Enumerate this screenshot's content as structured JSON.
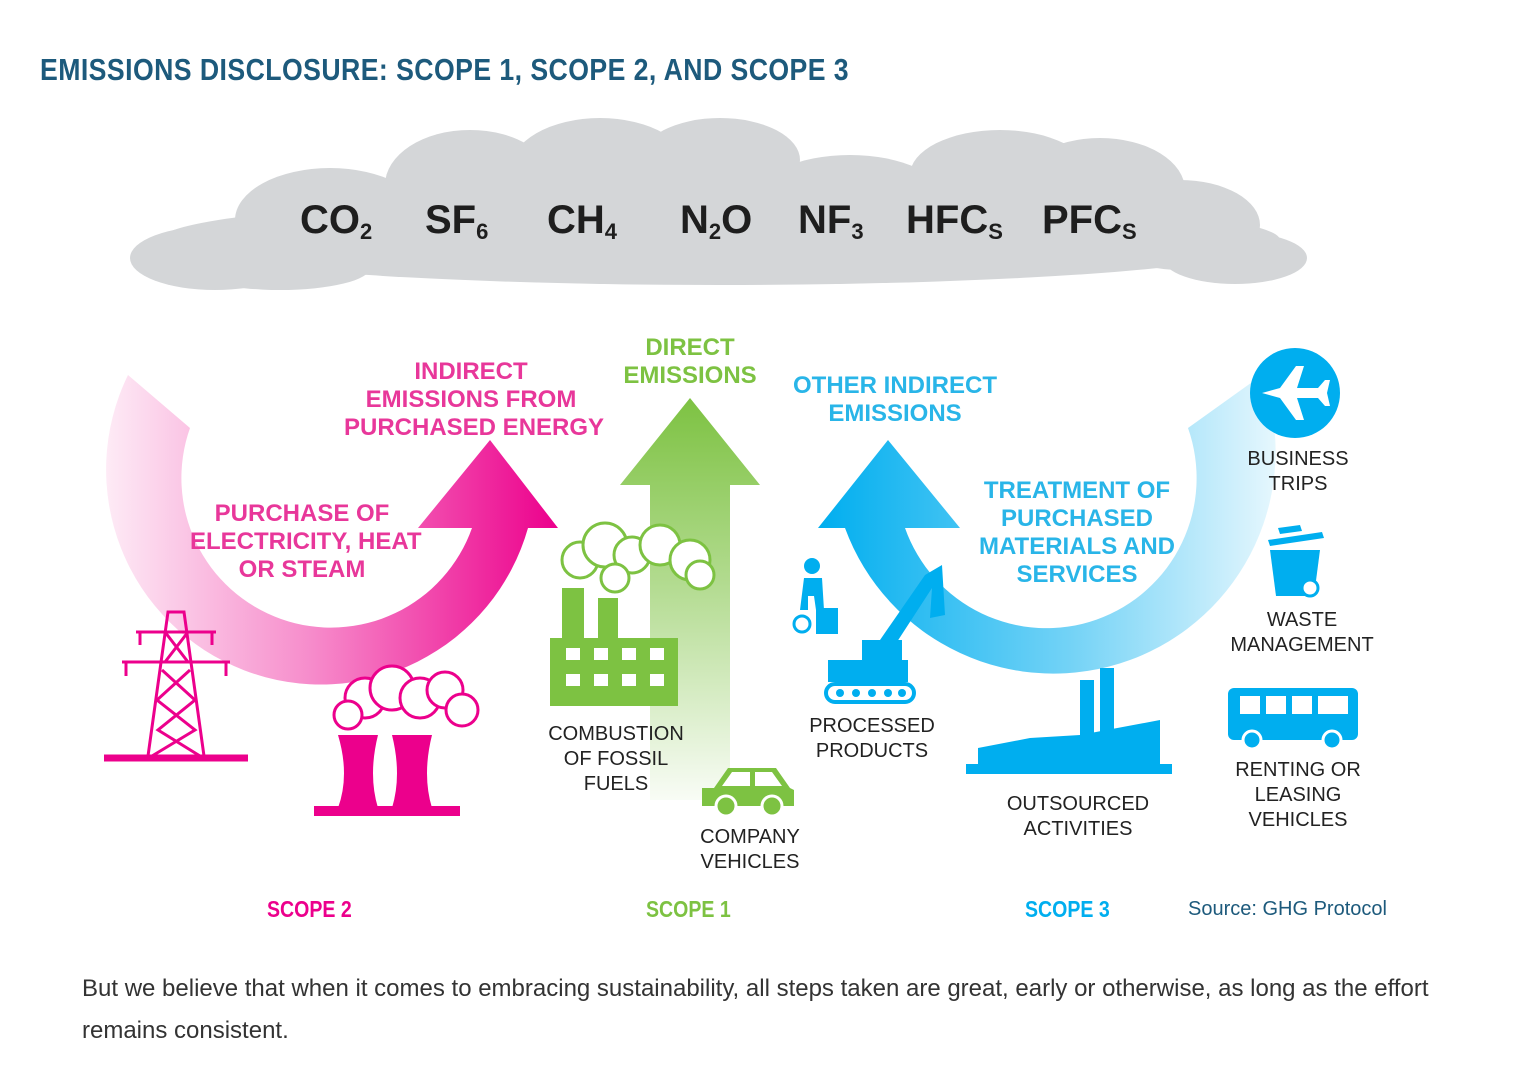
{
  "title": "EMISSIONS DISCLOSURE: SCOPE 1, SCOPE 2, AND SCOPE 3",
  "gases": [
    {
      "main": "CO",
      "sub": "2"
    },
    {
      "main": "SF",
      "sub": "6"
    },
    {
      "main": "CH",
      "sub": "4"
    },
    {
      "main": "N",
      "sub": "2",
      "tail": "O"
    },
    {
      "main": "NF",
      "sub": "3"
    },
    {
      "main": "HFC",
      "sub": "S"
    },
    {
      "main": "PFC",
      "sub": "S"
    }
  ],
  "scope2": {
    "heading": [
      "INDIRECT",
      "EMISSIONS FROM",
      "PURCHASED ENERGY"
    ],
    "inner": [
      "PURCHASE OF",
      "ELECTRICITY, HEAT",
      "OR STEAM"
    ],
    "label": "SCOPE 2",
    "color": "#ec008c"
  },
  "scope1": {
    "heading": [
      "DIRECT",
      "EMISSIONS"
    ],
    "items": {
      "combustion": [
        "COMBUSTION",
        "OF FOSSIL",
        "FUELS"
      ],
      "vehicles": [
        "COMPANY",
        "VEHICLES"
      ]
    },
    "label": "SCOPE 1",
    "color": "#7dc242"
  },
  "scope3": {
    "heading": [
      "OTHER INDIRECT",
      "EMISSIONS"
    ],
    "inner": [
      "TREATMENT OF",
      "PURCHASED",
      "MATERIALS AND",
      "SERVICES"
    ],
    "items": {
      "processed": [
        "PROCESSED",
        "PRODUCTS"
      ],
      "outsourced": [
        "OUTSOURCED",
        "ACTIVITIES"
      ],
      "trips": [
        "BUSINESS",
        "TRIPS"
      ],
      "waste": [
        "WASTE",
        "MANAGEMENT"
      ],
      "renting": [
        "RENTING OR",
        "LEASING",
        "VEHICLES"
      ]
    },
    "label": "SCOPE 3",
    "color": "#00aeef"
  },
  "source": "Source: GHG Protocol",
  "body_text": "But we believe that when it comes to embracing sustainability, all steps taken are great, early or otherwise, as long as the effort remains consistent.",
  "colors": {
    "title": "#1d5a7c",
    "cloud": "#d4d6d8",
    "pink": "#ec008c",
    "green": "#7dc242",
    "blue": "#00aeef"
  },
  "icons": [
    "transmission-tower-icon",
    "cooling-tower-icon",
    "factory-icon",
    "car-icon",
    "worker-icon",
    "excavator-icon",
    "industrial-plant-icon",
    "airplane-icon",
    "trash-bin-icon",
    "bus-icon"
  ]
}
